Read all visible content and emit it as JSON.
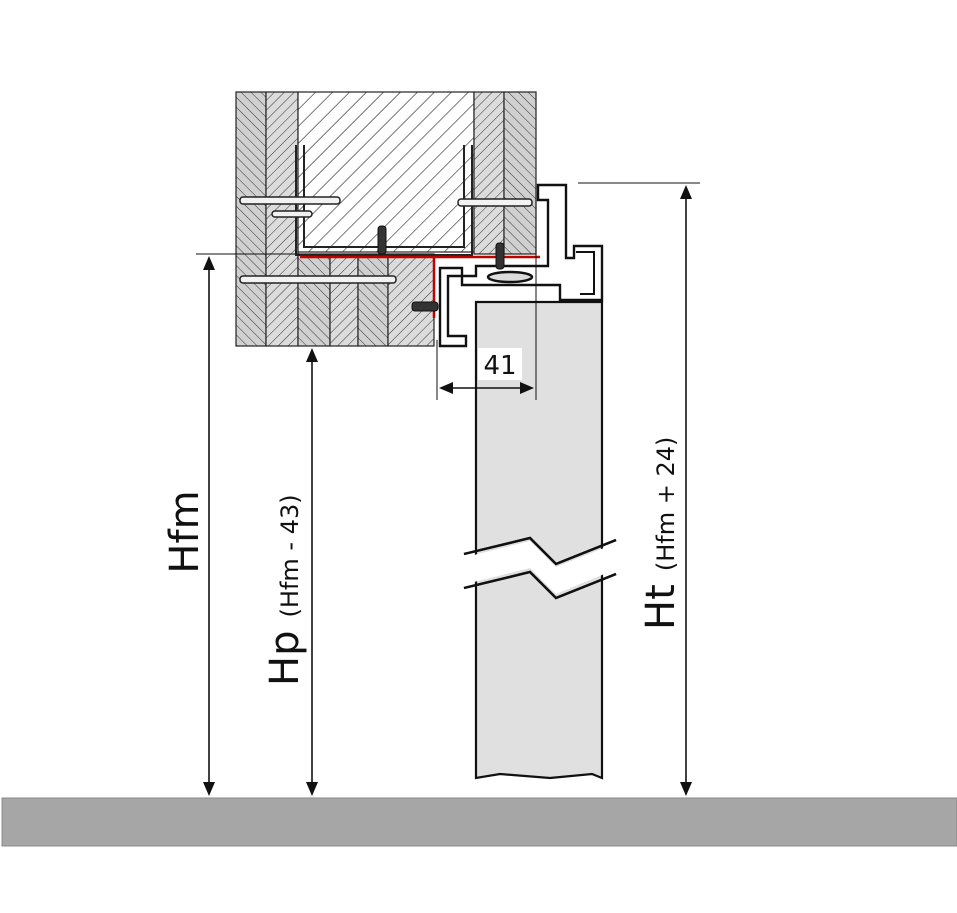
{
  "dimensions": {
    "opening_height": {
      "symbol": "Hfm"
    },
    "panel_height": {
      "symbol": "Hp",
      "formula": "(Hfm - 43)"
    },
    "track_height": {
      "symbol": "Ht",
      "formula": "(Hfm + 24)"
    },
    "track_width": {
      "value": "41"
    }
  },
  "colors": {
    "line": "#111111",
    "wall_fill": "#d9d9d9",
    "door_panel": "#e0e0e0",
    "floor": "#a6a6a6",
    "sealant": "#c00000"
  }
}
